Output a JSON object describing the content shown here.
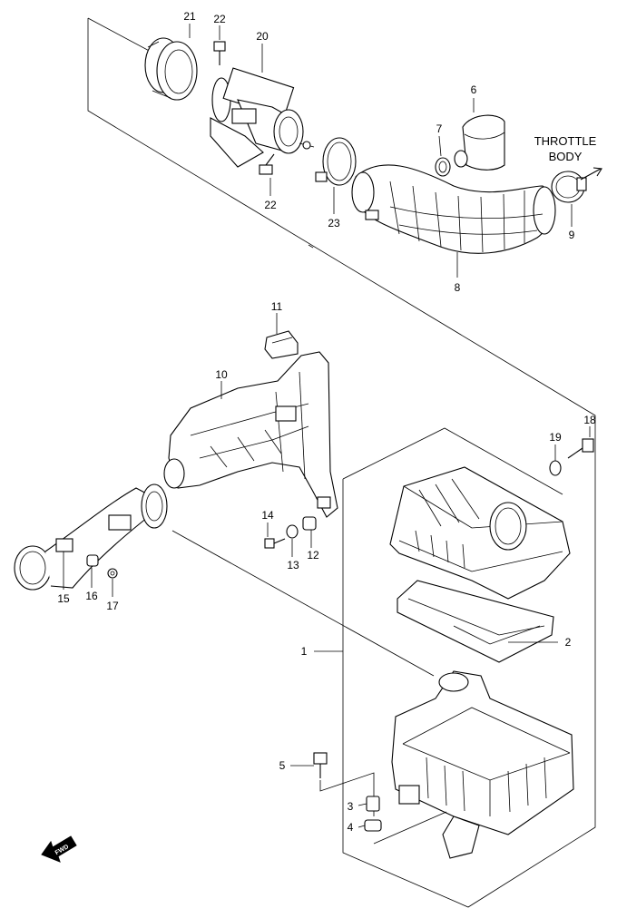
{
  "throttle_label": [
    "THROTTLE",
    "BODY"
  ],
  "fwd_label": "FWD",
  "callouts": [
    "1",
    "2",
    "3",
    "4",
    "5",
    "6",
    "7",
    "8",
    "9",
    "10",
    "11",
    "12",
    "13",
    "14",
    "15",
    "16",
    "17",
    "18",
    "19",
    "20",
    "21",
    "22",
    "22",
    "23"
  ]
}
